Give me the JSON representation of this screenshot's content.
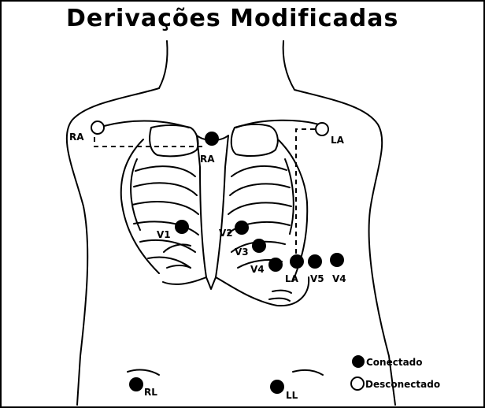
{
  "title": "Derivações Modificadas",
  "electrodes": {
    "ra_original": "RA",
    "la_original": "LA",
    "ra_modified": "RA",
    "v1": "V1",
    "v2": "V2",
    "v3": "V3",
    "v4_modified": "V4",
    "la_modified": "LA",
    "v5": "V5",
    "v4_original": "V4",
    "rl": "RL",
    "ll": "LL"
  },
  "legend": {
    "connected": "Conectado",
    "disconnected": "Desconectado"
  }
}
